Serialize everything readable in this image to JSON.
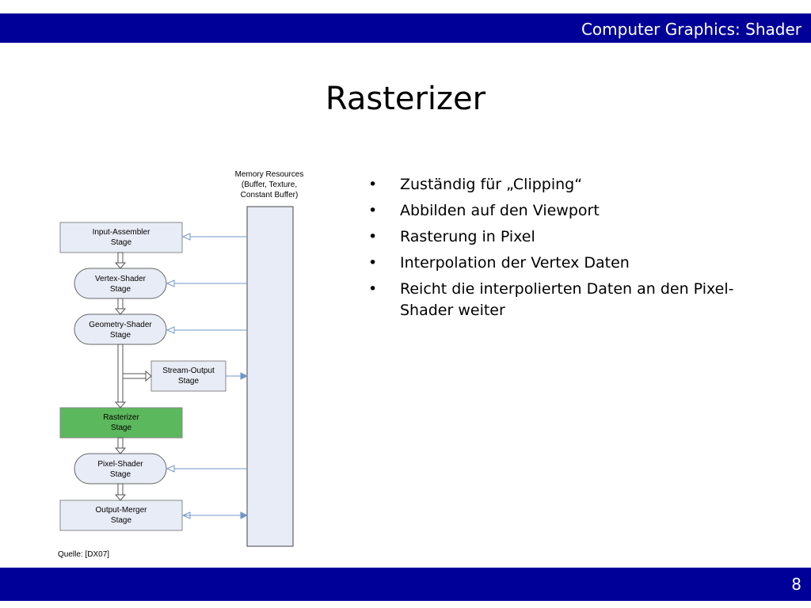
{
  "header": {
    "course_title": "Computer Graphics: Shader"
  },
  "slide": {
    "title": "Rasterizer",
    "bullets": [
      "Zuständig für „Clipping“",
      "Abbilden auf den Viewport",
      "Rasterung in Pixel",
      "Interpolation der Vertex Daten",
      "Reicht die interpolierten Daten an den Pixel-Shader weiter"
    ],
    "source": "Quelle: [DX07]",
    "page_number": "8"
  },
  "diagram": {
    "memory_label": [
      "Memory Resources",
      "(Buffer, Texture,",
      "Constant Buffer)"
    ],
    "stages": {
      "input_assembler": [
        "Input-Assembler",
        "Stage"
      ],
      "vertex_shader": [
        "Vertex-Shader",
        "Stage"
      ],
      "geometry_shader": [
        "Geometry-Shader",
        "Stage"
      ],
      "stream_output": [
        "Stream-Output",
        "Stage"
      ],
      "rasterizer": [
        "Rasterizer",
        "Stage"
      ],
      "pixel_shader": [
        "Pixel-Shader",
        "Stage"
      ],
      "output_merger": [
        "Output-Merger",
        "Stage"
      ]
    }
  },
  "colors": {
    "bar": "#000099",
    "stage_fill": "#e8ecf6",
    "rasterizer_fill": "#5cb85c",
    "arrow": "#6f97c8"
  }
}
